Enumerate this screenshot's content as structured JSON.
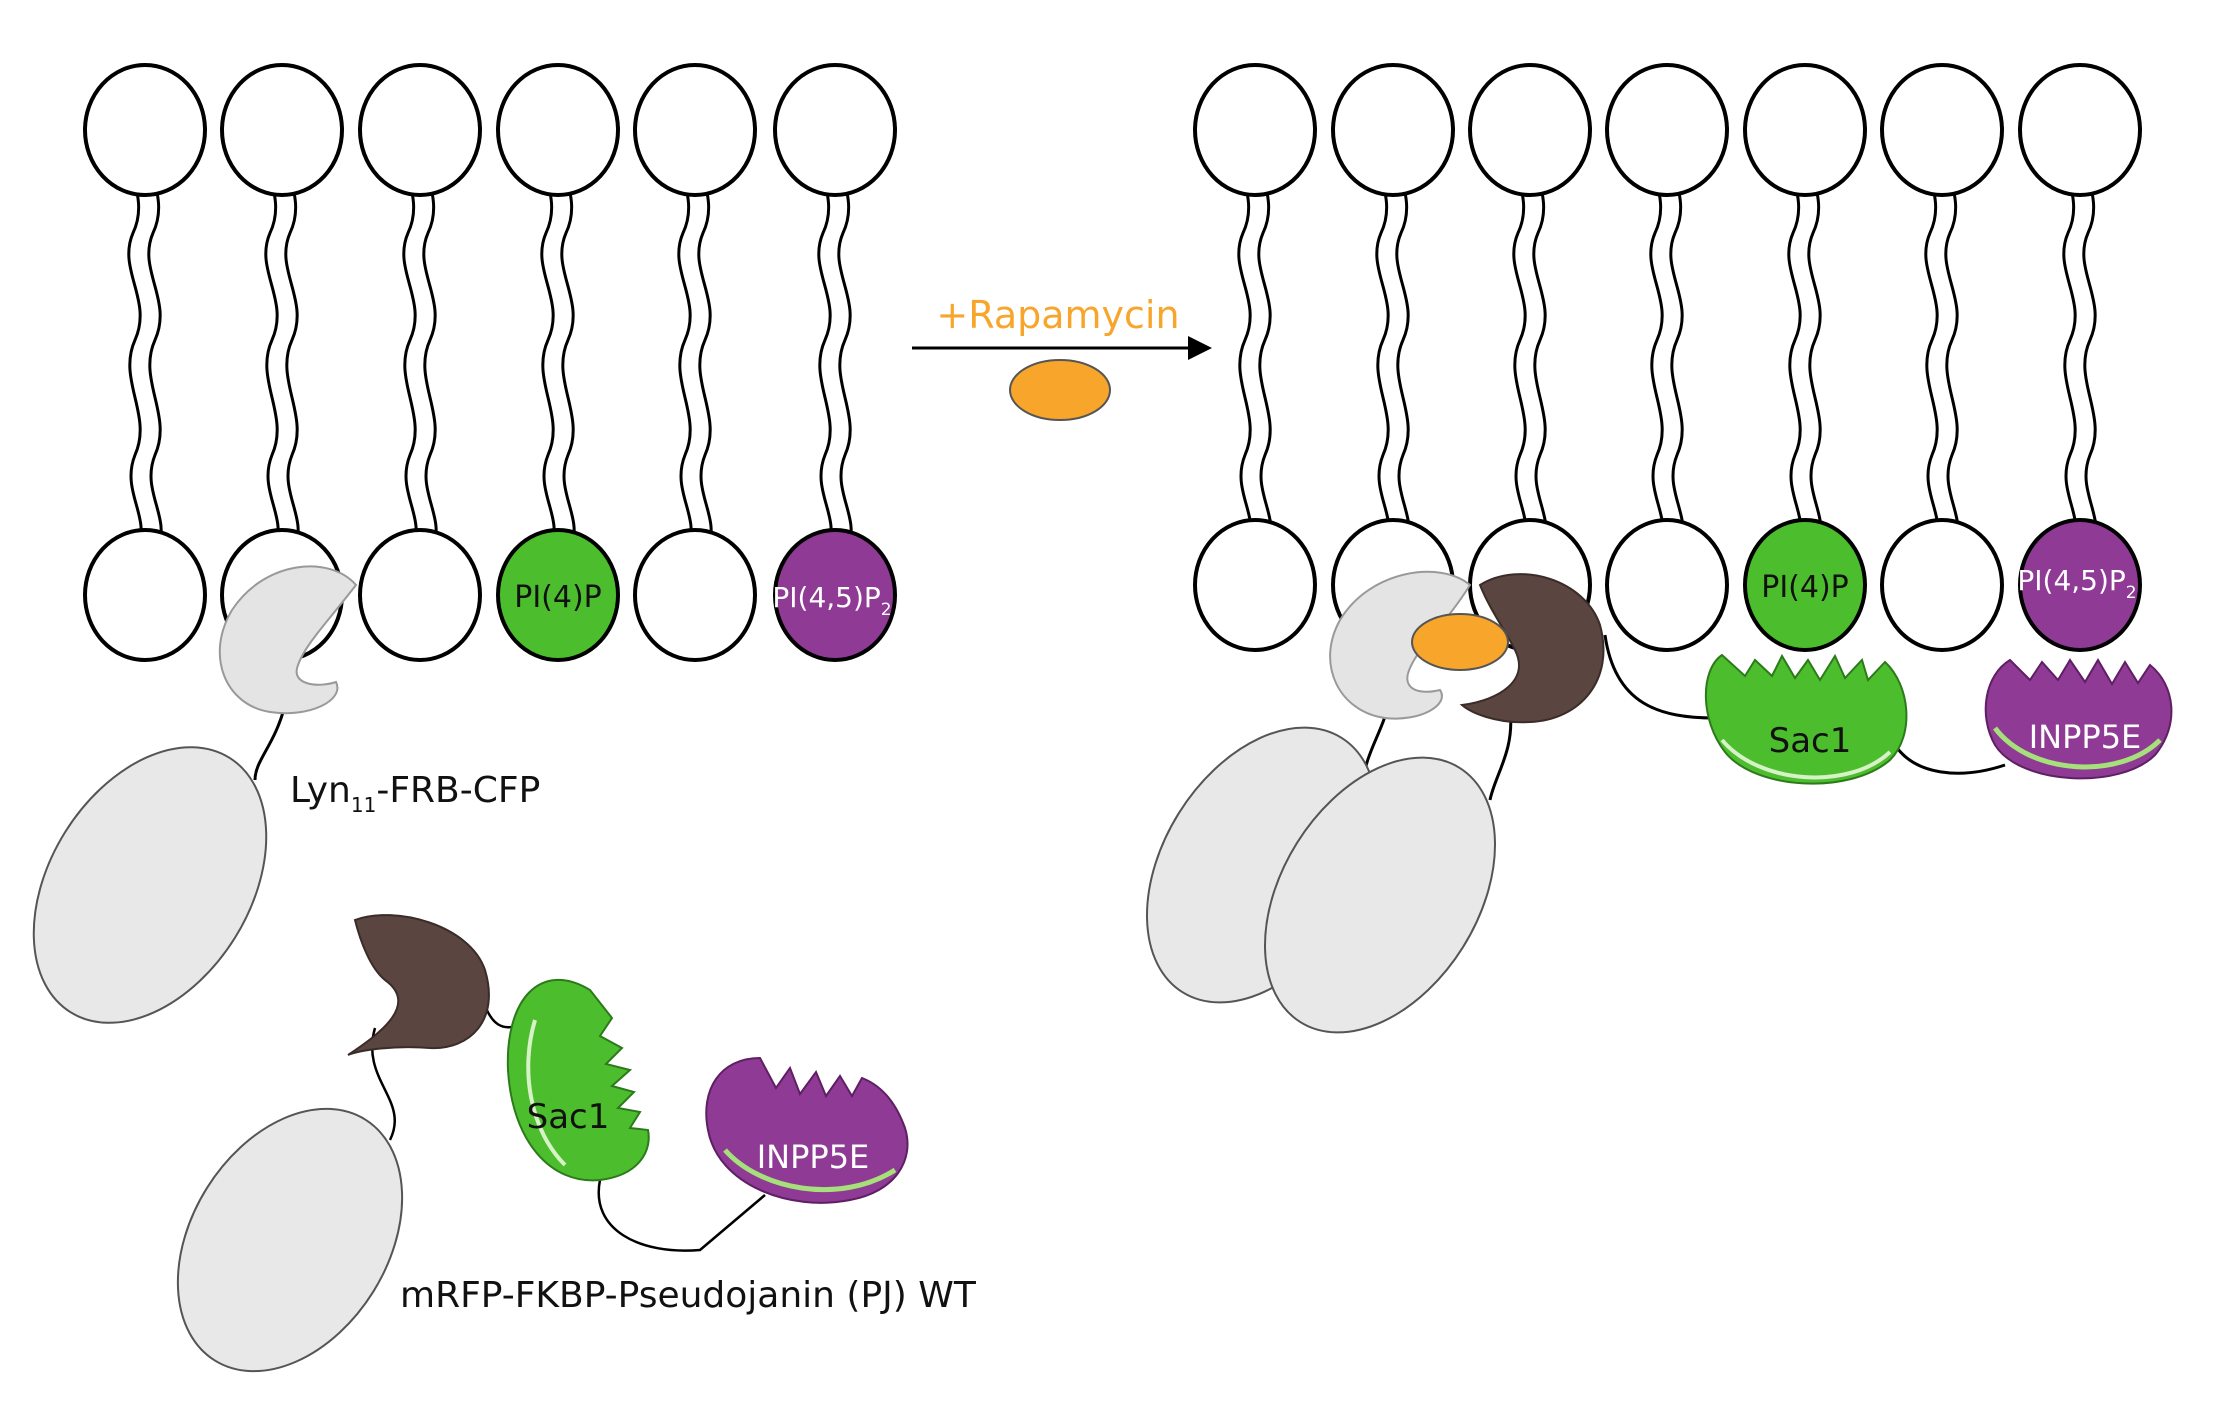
{
  "reagent": {
    "label": "+Rapamycin"
  },
  "lipids": {
    "pi4p": "PI(4)P",
    "pip2_main": "PI(4,5)P",
    "pip2_sub": "2"
  },
  "constructs": {
    "lyn_prefix": "Lyn",
    "lyn_sub": "11",
    "lyn_suffix": "-FRB-CFP",
    "pj_label": "mRFP-FKBP-Pseudojanin (PJ) WT"
  },
  "enzymes": {
    "sac1": "Sac1",
    "inpp5e": "INPP5E"
  },
  "colors": {
    "rapamycin": "#f7a52b",
    "pi4p_green": "#4cbe2e",
    "pip2_purple": "#8f3a94",
    "fkbp_brown": "#5a4540",
    "frb_gray": "#e4e4e4",
    "fluor_gray": "#e8e8e8"
  }
}
